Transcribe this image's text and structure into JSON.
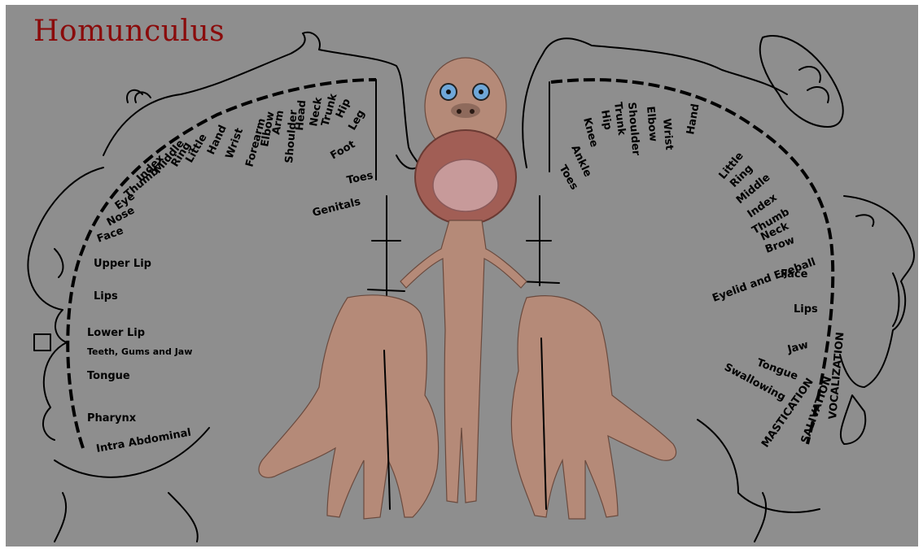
{
  "title": "Homunculus",
  "left_labels": {
    "arc": [
      "Toes",
      "Genitals",
      "Foot",
      "Leg",
      "Hip",
      "Trunk",
      "Neck",
      "Head",
      "Shoulder",
      "Arm",
      "Elbow",
      "Forearm",
      "Wrist",
      "Hand",
      "Little",
      "Ring",
      "Middle",
      "Index",
      "Thumb",
      "Eye",
      "Nose",
      "Face"
    ],
    "side": [
      "Upper Lip",
      "Lips",
      "Lower Lip",
      "Teeth, Gums and Jaw",
      "Tongue",
      "Pharynx",
      "Intra Abdominal"
    ]
  },
  "right_labels": {
    "arc": [
      "Toes",
      "Ankle",
      "Knee",
      "Hip",
      "Trunk",
      "Shoulder",
      "Elbow",
      "Wrist",
      "Hand",
      "Little",
      "Ring",
      "Middle",
      "Index",
      "Thumb",
      "Neck",
      "Brow",
      "Eyelid and Eyeball",
      "Face",
      "Lips"
    ],
    "side": [
      "Jaw",
      "Tongue",
      "Swallowing",
      "MASTICATION",
      "SALIVATION",
      "VOCALIZATION"
    ]
  }
}
